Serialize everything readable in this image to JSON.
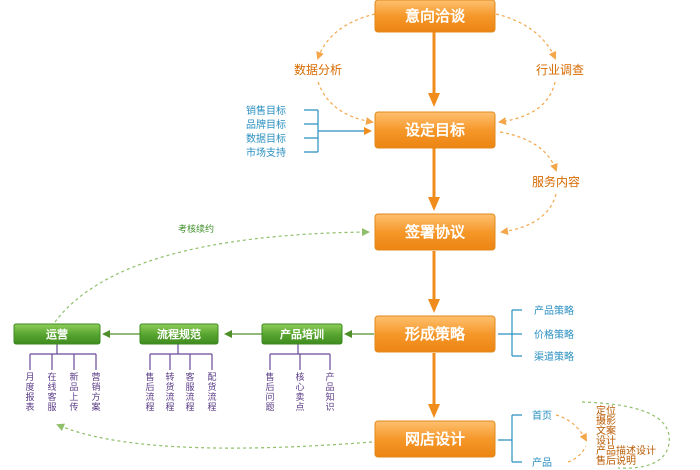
{
  "steps": [
    "意向洽谈",
    "设定目标",
    "签署协议",
    "形成策略",
    "网店设计"
  ],
  "side_labels": {
    "data_analysis": "数据分析",
    "industry_research": "行业调查",
    "service_content": "服务内容",
    "assessment": "考核续约"
  },
  "targets": [
    "销售目标",
    "品牌目标",
    "数据目标",
    "市场支持"
  ],
  "strategies": [
    "产品策略",
    "价格策略",
    "渠道策略"
  ],
  "green_boxes": [
    "运营",
    "流程规范",
    "产品培训"
  ],
  "operations_items": [
    "月度报表",
    "在线客服",
    "新品上传",
    "营销方案"
  ],
  "process_items": [
    "售后流程",
    "转货流程",
    "客服流程",
    "配货流程"
  ],
  "training_items": [
    "售后问题",
    "核心卖点",
    "产品知识"
  ],
  "design_branches": [
    "首页",
    "产品"
  ],
  "design_details": [
    "定位",
    "摄影",
    "文案",
    "设计",
    "产品描述设计",
    "售后说明"
  ],
  "colors": {
    "orange": "#f39a2e",
    "green": "#4b9a2a",
    "blue_text": "#2a8fc0",
    "purple_text": "#5a3b86"
  }
}
